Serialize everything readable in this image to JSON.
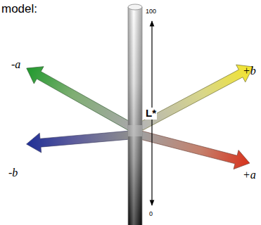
{
  "diagram": {
    "labels": [
      "model:",
      "100",
      "L*",
      "-a",
      "+b",
      "-b",
      "+a",
      "0"
    ]
  }
}
